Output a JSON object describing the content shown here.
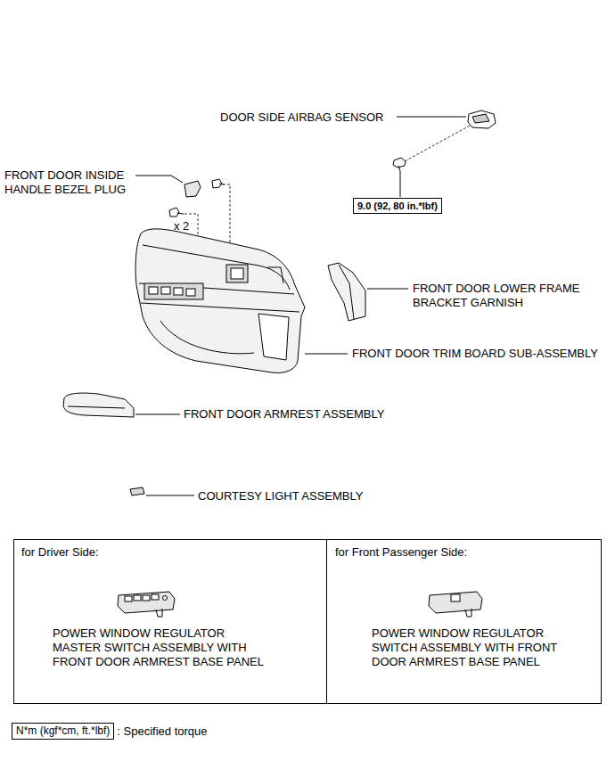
{
  "diagram": {
    "nodes": [
      {
        "text": [
          "9.0 (92, 80 in.*lbf)"
        ]
      },
      {
        "text": [
          "for Driver Side:",
          "POWER WINDOW REGULATOR MASTER SWITCH ASSEMBLY WITH FRONT DOOR ARMREST BASE PANEL"
        ]
      },
      {
        "text": [
          "for Front Passenger Side:",
          "POWER WINDOW REGULATOR SWITCH ASSEMBLY WITH FRONT DOOR ARMREST BASE PANEL"
        ]
      },
      {
        "text": [
          "N*m (kgf*cm, ft.*lbf)"
        ]
      }
    ],
    "labels": [
      "DOOR SIDE AIRBAG SENSOR",
      "FRONT DOOR INSIDE HANDLE BEZEL PLUG",
      "x 2",
      "FRONT DOOR LOWER FRAME BRACKET GARNISH",
      "FRONT DOOR TRIM BOARD SUB-ASSEMBLY",
      "FRONT DOOR ARMREST ASSEMBLY",
      "COURTESY LIGHT ASSEMBLY",
      ": Specified torque"
    ]
  }
}
